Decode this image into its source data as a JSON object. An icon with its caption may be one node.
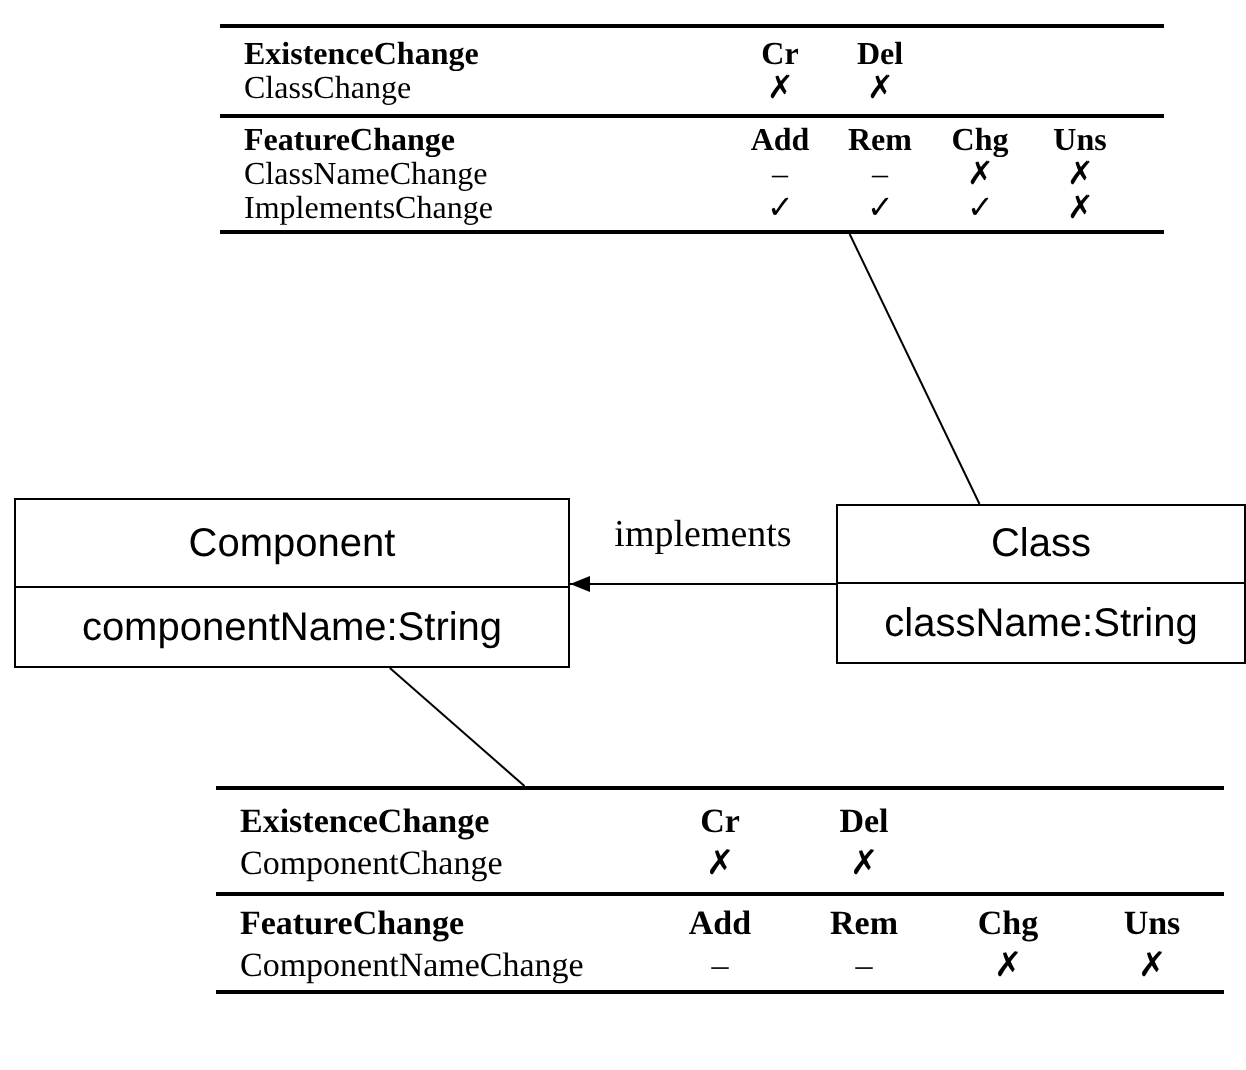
{
  "diagram": {
    "nodes": [
      {
        "text": [
          "ExistenceChange",
          "Cr",
          "Del",
          "ClassChange",
          "✗",
          "✗",
          "FeatureChange",
          "Add",
          "Rem",
          "Chg",
          "Uns",
          "ClassNameChange",
          "–",
          "–",
          "✗",
          "✗",
          "ImplementsChange",
          "✓",
          "✓",
          "✓",
          "✗"
        ]
      },
      {
        "text": [
          "Component",
          "componentName:String"
        ]
      },
      {
        "text": [
          "Class",
          "className:String"
        ]
      },
      {
        "text": [
          "ExistenceChange",
          "Cr",
          "Del",
          "ComponentChange",
          "✗",
          "✗",
          "FeatureChange",
          "Add",
          "Rem",
          "Chg",
          "Uns",
          "ComponentNameChange",
          "–",
          "–",
          "✗",
          "✗"
        ]
      }
    ],
    "edges": [
      {
        "from": 2,
        "to": 1,
        "arrow": "to",
        "label": "implements"
      },
      {
        "from": 0,
        "to": 2,
        "arrow": "none"
      },
      {
        "from": 1,
        "to": 3,
        "arrow": "none"
      }
    ]
  }
}
